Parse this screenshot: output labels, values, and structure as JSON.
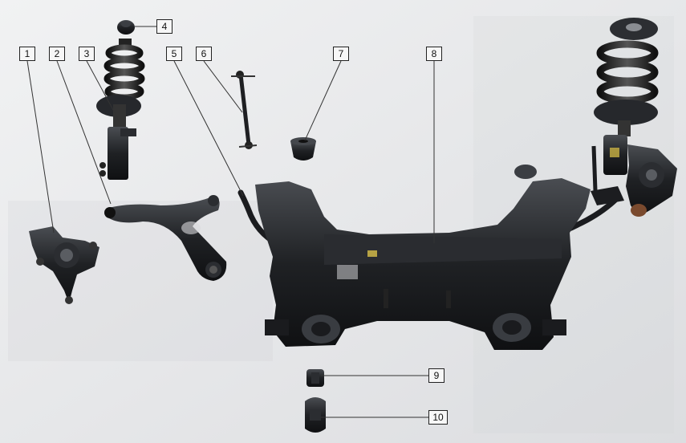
{
  "callouts": [
    {
      "id": "1",
      "label": "1",
      "part": "steering-knuckle"
    },
    {
      "id": "2",
      "label": "2",
      "part": "lower-control-arm"
    },
    {
      "id": "3",
      "label": "3",
      "part": "suspension-strut"
    },
    {
      "id": "4",
      "label": "4",
      "part": "strut-top-mount"
    },
    {
      "id": "5",
      "label": "5",
      "part": "anti-roll-bar"
    },
    {
      "id": "6",
      "label": "6",
      "part": "stabilizer-link"
    },
    {
      "id": "7",
      "label": "7",
      "part": "rubber-bushing"
    },
    {
      "id": "8",
      "label": "8",
      "part": "front-subframe"
    },
    {
      "id": "9",
      "label": "9",
      "part": "anti-roll-bar-bushing"
    },
    {
      "id": "10",
      "label": "10",
      "part": "bushing-clamp"
    }
  ],
  "colors": {
    "background": "#e9eaec",
    "metal_dark": "#1d1f22",
    "metal_mid": "#3a3d42",
    "leader_line": "#333333"
  }
}
